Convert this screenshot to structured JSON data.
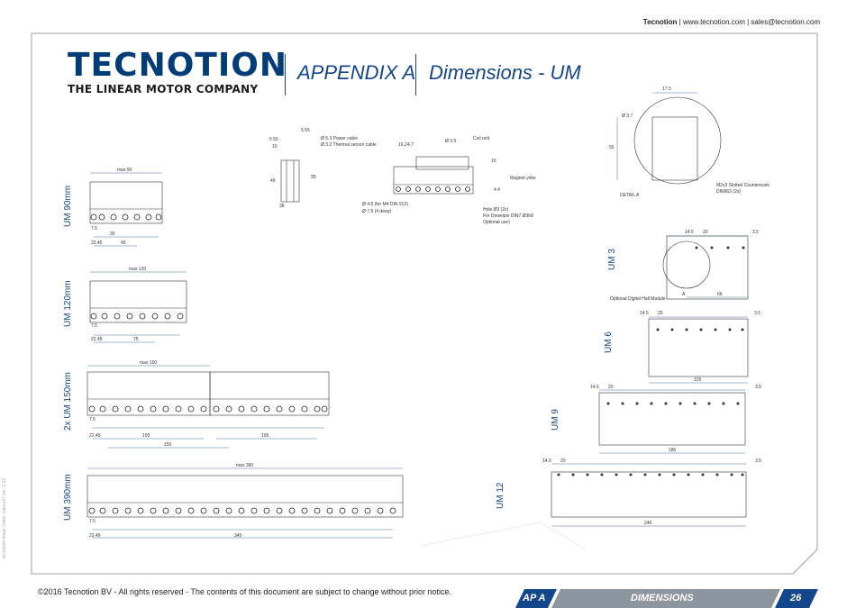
{
  "header": {
    "company": "Tecnotion",
    "contact": "| www.tecnotion.com | sales@tecnotion.com"
  },
  "logo": {
    "word": "TECNOTION",
    "tagline": "THE LINEAR MOTOR COMPANY"
  },
  "title": {
    "appendix": "APPENDIX A",
    "section": "Dimensions - UM"
  },
  "labels": {
    "um90": "UM 90mm",
    "um120": "UM 120mm",
    "um150": "2x UM 150mm",
    "um390": "UM 390mm",
    "um3": "UM 3",
    "um6": "UM 6",
    "um9": "UM 9",
    "um12": "UM 12"
  },
  "annotations": {
    "power_cable": "Ø 5.3 Power cable",
    "thermal_cable": "Ø 3.2 Thermal sensor cable",
    "coil_unit": "Coil unit",
    "magnet_yoke": "Magnet yoke",
    "hole_m4": "Ø 4.5 (for M4 DIN 912)",
    "hole_deep": "Ø 7.5 (4 deep)",
    "hole_3": "Hole Ø3 (2x)",
    "dowel": "For Dowelpin DIN7 Ø3h8",
    "optional": "Optional use)",
    "detail_a": "DETAIL A",
    "m2": "M2x3 Slotted Countersunk",
    "din": "DIN963 (2x)",
    "hall": "Optional Digital Hall Module",
    "a": "A"
  },
  "dims": {
    "max90": "max 90",
    "max120": "max 120",
    "max150": "max 150",
    "max390": "max 390",
    "d75": "7.5",
    "d30": "30",
    "d2245": "22.45",
    "d45": "45",
    "d75b": "75",
    "d105": "105",
    "d150": "150",
    "d345": "345",
    "d555": "5.55",
    "d555b": "5.55",
    "d10": "10",
    "d49": "49",
    "d35": "35",
    "d38": "38",
    "d162": "16.2",
    "d47": "4.7",
    "d35b": "Ø 3.5",
    "d10b": "10",
    "d44": "4.4",
    "d175": "17.5",
    "d37": "Ø 3.7",
    "d55": "55",
    "d145": "14.5",
    "d20": "20",
    "d35c": "3.5",
    "d66": "66",
    "d126": "126",
    "d186": "186",
    "d246": "246"
  },
  "footer": {
    "copyright": "©2016 Tecnotion BV - All rights reserved - The contents of this document are subject to change without prior notice.",
    "appendix": "AP A",
    "section": "DIMENSIONS",
    "page": "26",
    "manual": "tecnotion linear motor manual | ver. 1.03"
  }
}
